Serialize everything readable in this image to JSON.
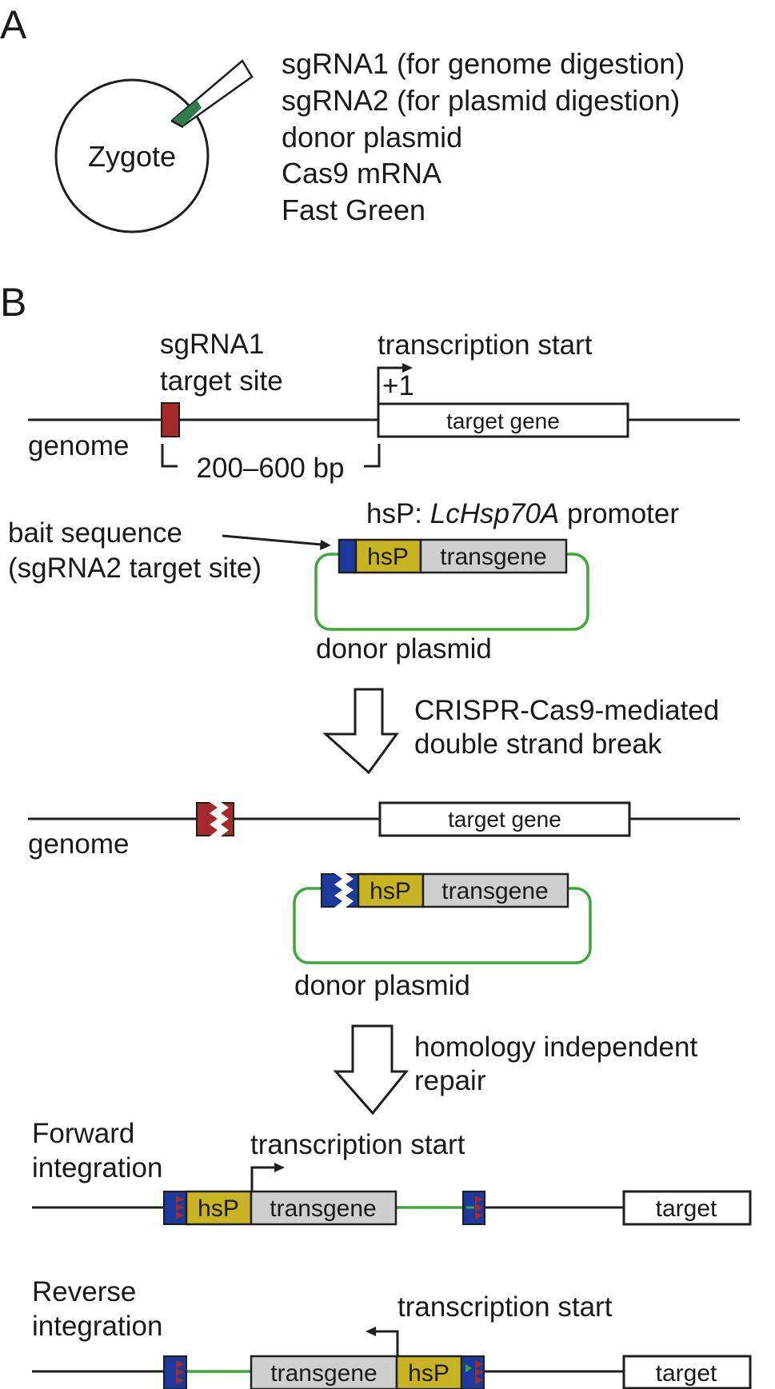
{
  "colors": {
    "line": "#1f1f1f",
    "plasmid_green": "#3aa935",
    "sgRNA1_red": "#a52a2a",
    "bait_blue": "#1a3aa0",
    "hsP_yellow": "#c8b420",
    "transgene_gray": "#cfcfcf"
  },
  "panel_a": {
    "letter": "A",
    "zygote_label": "Zygote",
    "injection_items": [
      "sgRNA1 (for genome digestion)",
      "sgRNA2 (for plasmid digestion)",
      "donor plasmid",
      "Cas9 mRNA",
      "Fast Green"
    ]
  },
  "panel_b": {
    "letter": "B",
    "sgrna1_label_line1": "sgRNA1",
    "sgrna1_label_line2": "target site",
    "transcription_start": "transcription start",
    "plus_one": "+1",
    "target_gene": "target gene",
    "genome_label": "genome",
    "distance_label": "200–600 bp",
    "hsp_caption_prefix": "hsP: ",
    "hsp_caption_italic": "LcHsp70A",
    "hsp_caption_suffix": " promoter",
    "bait_line1": "bait sequence",
    "bait_line2": "(sgRNA2 target site)",
    "hsp": "hsP",
    "transgene": "transgene",
    "donor_plasmid": "donor plasmid",
    "step1_line1": "CRISPR-Cas9-mediated",
    "step1_line2": "double strand break",
    "step2_line1": "homology independent",
    "step2_line2": "repair",
    "forward_line1": "Forward",
    "forward_line2": "integration",
    "reverse_line1": "Reverse",
    "reverse_line2": "integration",
    "target_short": "target"
  }
}
